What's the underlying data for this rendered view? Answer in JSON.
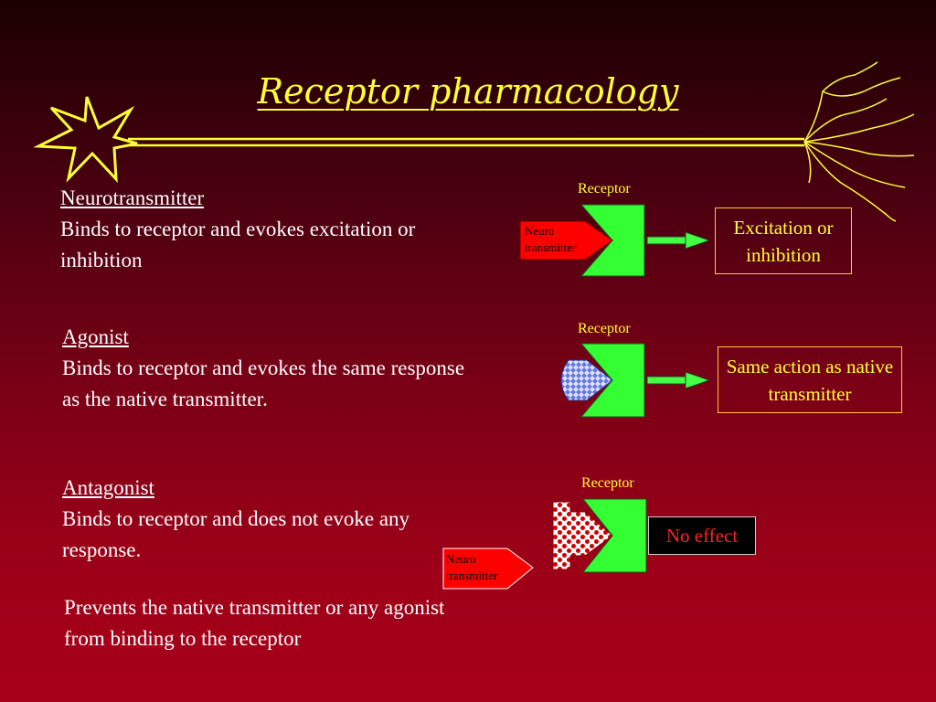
{
  "title": "Receptor pharmacology",
  "sections": [
    {
      "term": "Neurotransmitter",
      "description": "Binds to receptor and evokes excitation or inhibition",
      "receptor_label": "Receptor",
      "ligand_label": "Neuro transmitter",
      "effect": "Excitation or inhibition"
    },
    {
      "term": "Agonist",
      "description": "Binds to receptor and evokes the same response as the native transmitter.",
      "receptor_label": "Receptor",
      "effect": "Same action as native transmitter"
    },
    {
      "term": "Antagonist",
      "description": "Binds to receptor and does not evoke any response.",
      "receptor_label": "Receptor",
      "ligand_label": "Neuro transmitter",
      "effect": "No effect"
    }
  ],
  "note": "Prevents the native transmitter or any agonist from binding to the receptor",
  "colors": {
    "title": "#ffff33",
    "receptor": "#33ff33",
    "neurotransmitter": "#ff0000",
    "agonist": "#8899ee",
    "arrow": "#44ff44"
  }
}
